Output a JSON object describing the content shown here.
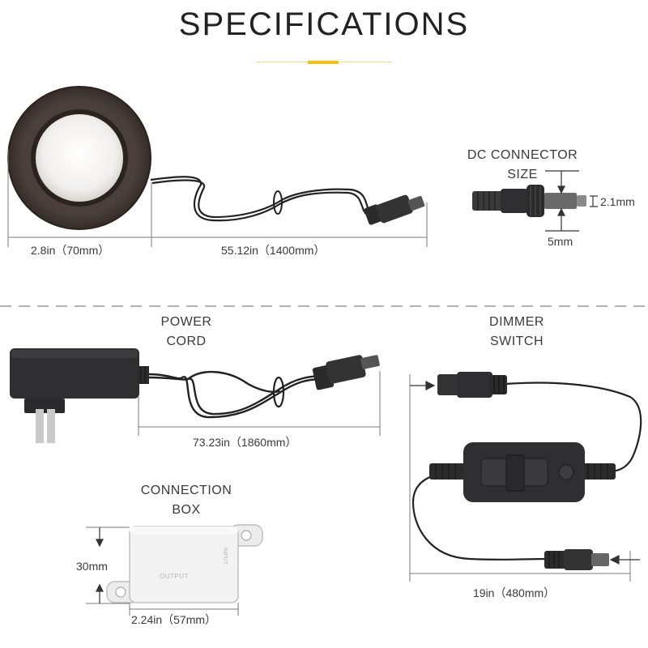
{
  "title": "SPECIFICATIONS",
  "light": {
    "diameter_label": "2.8in（70mm）",
    "cable_label": "55.12in（1400mm）"
  },
  "dc_connector": {
    "title_line1": "DC CONNECTOR",
    "title_line2": "SIZE",
    "inner_label": "2.1mm",
    "outer_label": "5mm"
  },
  "power_cord": {
    "title_line1": "POWER",
    "title_line2": "CORD",
    "length_label": "73.23in（1860mm）"
  },
  "dimmer_switch": {
    "title_line1": "DIMMER",
    "title_line2": "SWITCH",
    "length_label": "19in（480mm）"
  },
  "connection_box": {
    "title_line1": "CONNECTION",
    "title_line2": "BOX",
    "height_label": "30mm",
    "width_label": "2.24in（57mm）",
    "input_text": "INPUT",
    "output_text": "OUTPUT"
  },
  "colors": {
    "accent": "#f4c20d",
    "product_dark": "#2f2f31",
    "bronze": "#4a3f3a",
    "line": "#7a7a7a"
  }
}
